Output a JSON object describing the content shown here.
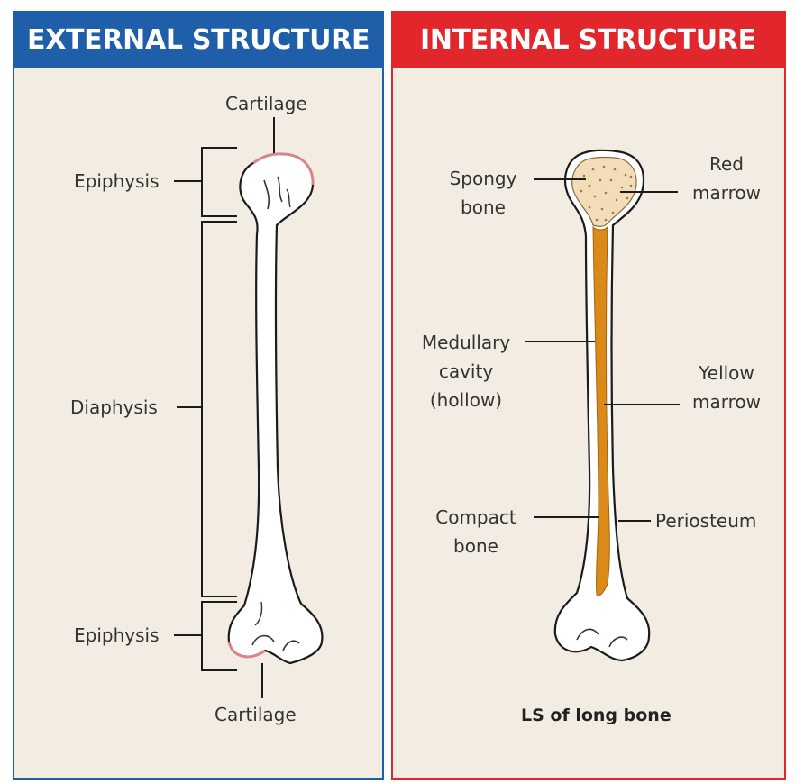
{
  "external": {
    "title": "EXTERNAL STRUCTURE",
    "labels": {
      "cartilage_top": "Cartilage",
      "epiphysis_top": "Epiphysis",
      "diaphysis": "Diaphysis",
      "epiphysis_bottom": "Epiphysis",
      "cartilage_bottom": "Cartilage"
    }
  },
  "internal": {
    "title": "INTERNAL STRUCTURE",
    "labels": {
      "spongy_bone": [
        "Spongy",
        "bone"
      ],
      "red_marrow": [
        "Red",
        "marrow"
      ],
      "medullary_cavity": [
        "Medullary",
        "cavity",
        "(hollow)"
      ],
      "yellow_marrow": [
        "Yellow",
        "marrow"
      ],
      "compact_bone": [
        "Compact",
        "bone"
      ],
      "periosteum": "Periosteum"
    },
    "caption": "LS of long bone"
  },
  "colors": {
    "external_header": "#1f5ea8",
    "internal_header": "#e1262c",
    "panel_background": "#f3ece3",
    "bone": "#ffffff",
    "cartilage": "#d9838a",
    "yellow_marrow": "#d98a18",
    "spongy_bone": "#f3dcb8"
  }
}
